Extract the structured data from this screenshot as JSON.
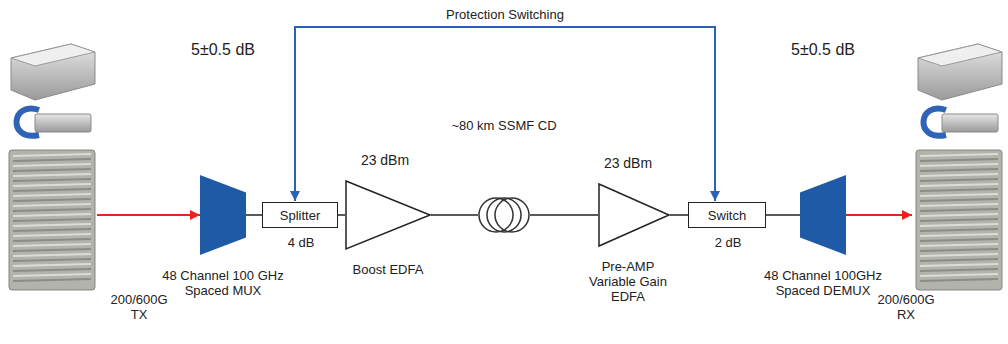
{
  "diagram": {
    "nodes": [
      {
        "text": [
          "200/600G TX"
        ]
      },
      {
        "text": [
          "5±0.5 dB",
          "48 Channel 100 GHz Spaced MUX"
        ]
      },
      {
        "text": [
          "Splitter",
          "4 dB"
        ]
      },
      {
        "text": [
          "23 dBm",
          "Boost EDFA"
        ]
      },
      {
        "text": [
          "~80 km SSMF CD"
        ]
      },
      {
        "text": [
          "23 dBm",
          "Pre-AMP Variable Gain EDFA"
        ]
      },
      {
        "text": [
          "Switch",
          "2 dB"
        ]
      },
      {
        "text": [
          "5±0.5 dB",
          "48 Channel 100GHz Spaced DEMUX"
        ]
      },
      {
        "text": [
          "200/600G RX"
        ]
      }
    ],
    "edges": [
      {
        "from": 0,
        "to": 1,
        "arrow": "to"
      },
      {
        "from": 1,
        "to": 2,
        "arrow": "none"
      },
      {
        "from": 2,
        "to": 3,
        "arrow": "none"
      },
      {
        "from": 3,
        "to": 4,
        "arrow": "none"
      },
      {
        "from": 4,
        "to": 5,
        "arrow": "none"
      },
      {
        "from": 5,
        "to": 6,
        "arrow": "none"
      },
      {
        "from": 6,
        "to": 7,
        "arrow": "none"
      },
      {
        "from": 7,
        "to": 8,
        "arrow": "to"
      },
      {
        "from": 2,
        "to": 6,
        "arrow": "both",
        "label": "Protection Switching"
      }
    ]
  }
}
